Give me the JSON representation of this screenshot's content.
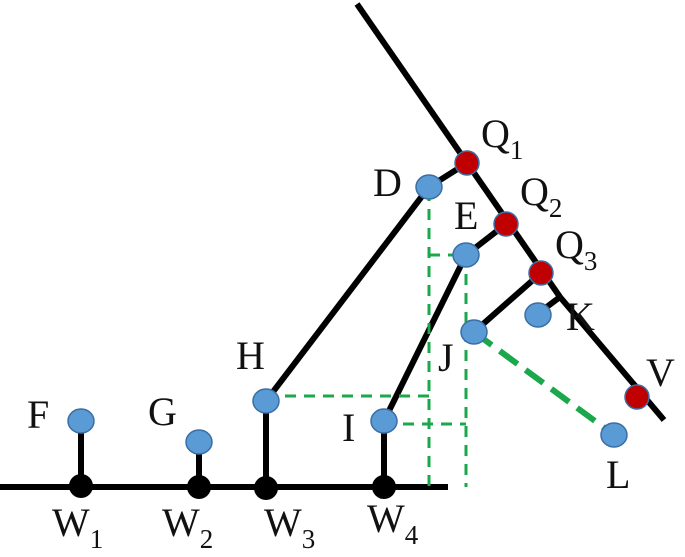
{
  "colors": {
    "line": "#000000",
    "dashed": "#1aa84b",
    "blue_node": "#5b9bd5",
    "red_node": "#c00000",
    "black_node": "#000000",
    "node_stroke": "#3a6ea5"
  },
  "labels": {
    "Q1": {
      "main": "Q",
      "sub": "1"
    },
    "Q2": {
      "main": "Q",
      "sub": "2"
    },
    "Q3": {
      "main": "Q",
      "sub": "3"
    },
    "D": "D",
    "E": "E",
    "K": "K",
    "V": "V",
    "H": "H",
    "J": "J",
    "F": "F",
    "G": "G",
    "I": "I",
    "L": "L",
    "W1": {
      "main": "W",
      "sub": "1"
    },
    "W2": {
      "main": "W",
      "sub": "2"
    },
    "W3": {
      "main": "W",
      "sub": "3"
    },
    "W4": {
      "main": "W",
      "sub": "4"
    }
  }
}
